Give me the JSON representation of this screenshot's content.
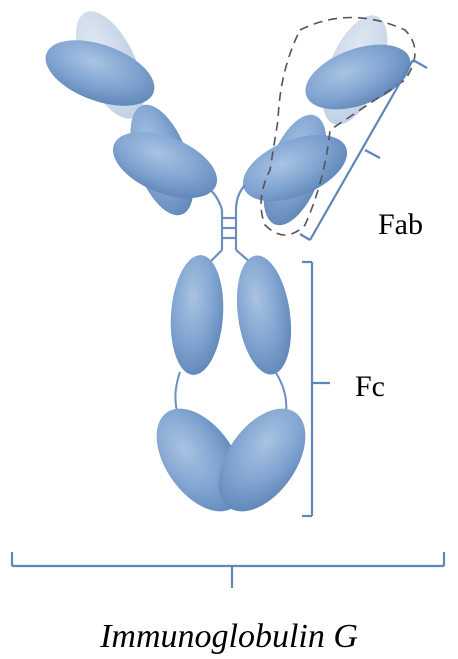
{
  "diagram": {
    "title": "Immunoglobulin G",
    "labels": {
      "fab": "Fab",
      "fc": "Fc"
    },
    "colors": {
      "domain_fill": "#6f95c4",
      "domain_fill_light": "#b6c9e0",
      "domain_stroke": "#5f86b8",
      "bracket": "#5f86b8",
      "dashed_outline": "#555555"
    }
  }
}
